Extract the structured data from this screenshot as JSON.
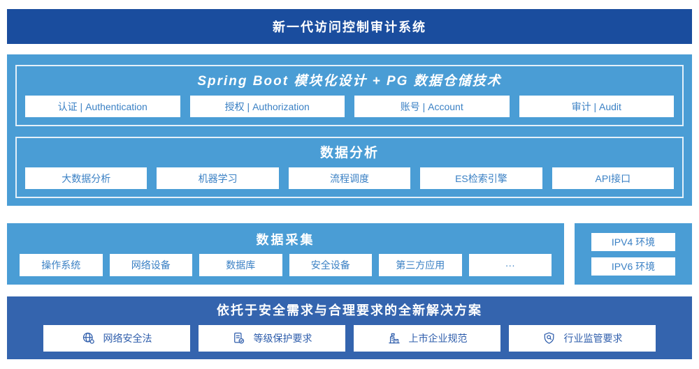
{
  "header": {
    "title": "新一代访问控制审计系统"
  },
  "platform": {
    "spring_boot": {
      "title": "Spring Boot 模块化设计 + PG 数据仓储技术",
      "modules": [
        "认证 | Authentication",
        "授权 | Authorization",
        "账号 | Account",
        "审计 | Audit"
      ]
    },
    "data_analysis": {
      "title": "数据分析",
      "modules": [
        "大数据分析",
        "机器学习",
        "流程调度",
        "ES检索引擎",
        "API接口"
      ]
    }
  },
  "data_collection": {
    "title": "数据采集",
    "sources": [
      "操作系统",
      "网络设备",
      "数据库",
      "安全设备",
      "第三方应用",
      "···"
    ],
    "environments": [
      "IPV4 环境",
      "IPV6 环境"
    ]
  },
  "solution": {
    "title": "依托于安全需求与合理要求的全新解决方案",
    "items": [
      {
        "icon": "globe-icon",
        "label": "网络安全法"
      },
      {
        "icon": "document-check-icon",
        "label": "等级保护要求"
      },
      {
        "icon": "building-icon",
        "label": "上市企业规范"
      },
      {
        "icon": "shield-search-icon",
        "label": "行业监管要求"
      }
    ]
  },
  "colors": {
    "header_blue": "#1a4d9e",
    "light_blue": "#4a9dd5",
    "solution_blue": "#3464ae",
    "module_text_blue": "#3a80c4",
    "solution_text_blue": "#2e5dab"
  }
}
